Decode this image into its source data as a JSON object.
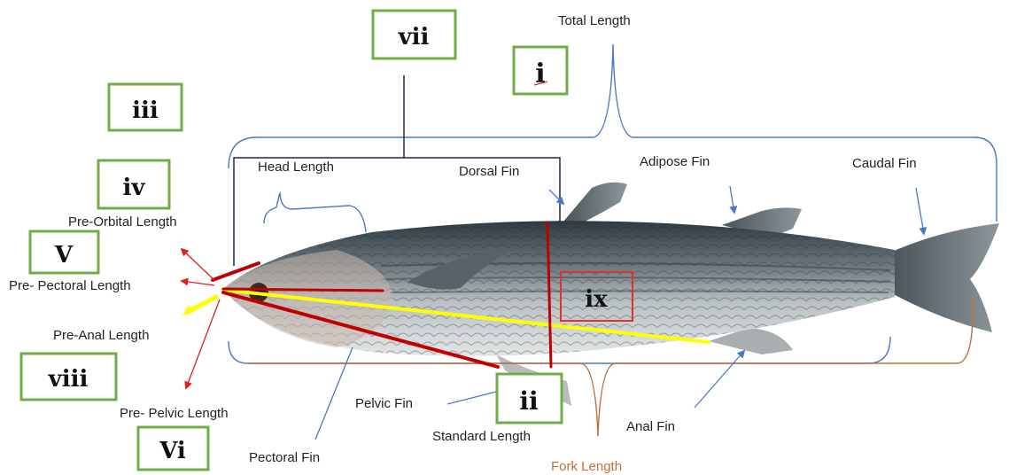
{
  "labels": {
    "total_length": "Total Length",
    "head_length": "Head Length",
    "dorsal_fin": "Dorsal Fin",
    "adipose_fin": "Adipose Fin",
    "caudal_fin": "Caudal Fin",
    "pre_orbital_length": "Pre-Orbital Length",
    "pre_pectoral_length": "Pre- Pectoral Length",
    "pre_anal_length": "Pre-Anal Length",
    "pre_pelvic_length": "Pre- Pelvic Length",
    "pelvic_fin": "Pelvic Fin",
    "standard_length": "Standard Length",
    "pectoral_fin": "Pectoral Fin",
    "anal_fin": "Anal Fin",
    "fork_length": "Fork Length"
  },
  "markers": {
    "i": "i",
    "ii": "ii",
    "iii": "iii",
    "iv": "iv",
    "v": "V",
    "vi": "Vi",
    "vii": "vii",
    "viii": "viii",
    "ix": "ix"
  },
  "colors": {
    "marker_border": "#70ad47",
    "ix_border": "#e03030",
    "bracket_blue": "#4a78c2",
    "measure_red": "#c00000",
    "measure_yellow": "#ffff00",
    "fork_orange": "#c0703a"
  }
}
